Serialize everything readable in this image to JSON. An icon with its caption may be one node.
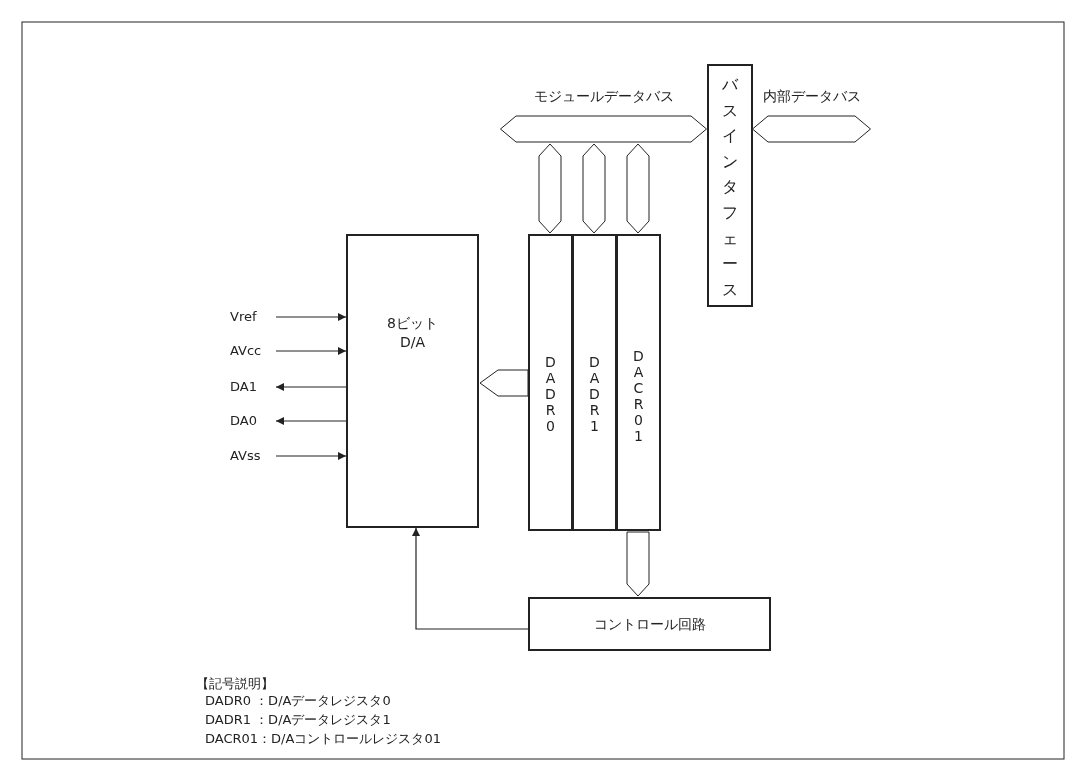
{
  "diagram": {
    "nodes": [
      {
        "text": [
          "モジュールデータバス"
        ]
      },
      {
        "text": [
          "バスインタフェース"
        ]
      },
      {
        "text": [
          "内部データバス"
        ]
      },
      {
        "text": [
          "8ビット D/A"
        ]
      },
      {
        "text": [
          "DADR0"
        ]
      },
      {
        "text": [
          "DADR1"
        ]
      },
      {
        "text": [
          "DACR01"
        ]
      },
      {
        "text": [
          "コントロール回路"
        ]
      },
      {
        "text": [
          "Vref"
        ]
      },
      {
        "text": [
          "AVcc"
        ]
      },
      {
        "text": [
          "DA1"
        ]
      },
      {
        "text": [
          "DA0"
        ]
      },
      {
        "text": [
          "AVss"
        ]
      }
    ],
    "edges": [
      {
        "from": 0,
        "to": 4,
        "arrow": "both"
      },
      {
        "from": 0,
        "to": 5,
        "arrow": "both"
      },
      {
        "from": 0,
        "to": 6,
        "arrow": "both"
      },
      {
        "from": 4,
        "to": 3,
        "arrow": "to"
      },
      {
        "from": 6,
        "to": 7,
        "arrow": "to"
      },
      {
        "from": 7,
        "to": 3,
        "arrow": "to"
      },
      {
        "from": 8,
        "to": 3,
        "arrow": "to"
      },
      {
        "from": 9,
        "to": 3,
        "arrow": "to"
      },
      {
        "from": 3,
        "to": 10,
        "arrow": "to"
      },
      {
        "from": 3,
        "to": 11,
        "arrow": "to"
      },
      {
        "from": 12,
        "to": 3,
        "arrow": "to"
      }
    ],
    "labels": [
      "【記号説明】",
      "DADR0 ：D/Aデータレジスタ0",
      "DADR1 ：D/Aデータレジスタ1",
      "DACR01：D/Aコントロールレジスタ01"
    ]
  }
}
